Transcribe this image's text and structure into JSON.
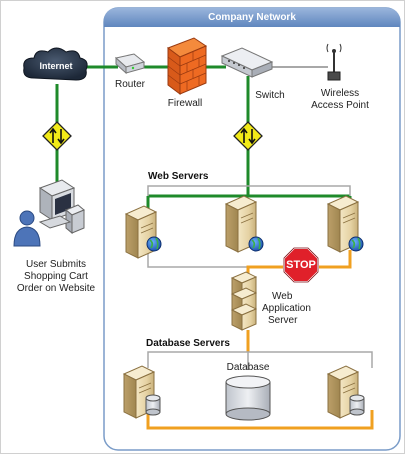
{
  "title": "Company Network",
  "labels": {
    "internet": "Internet",
    "router": "Router",
    "firewall": "Firewall",
    "switch": "Switch",
    "wireless": [
      "Wireless",
      "Access Point"
    ],
    "user": [
      "User Submits",
      "Shopping Cart",
      "Order on Website"
    ],
    "web_servers": "Web Servers",
    "stop": "STOP",
    "app_server": [
      "Web",
      "Application",
      "Server"
    ],
    "database_servers": "Database Servers",
    "database": "Database"
  },
  "colors": {
    "network_box_border": "#7a9cc8",
    "title_bar": "#6f93c6",
    "green_link": "#1e8a2a",
    "orange_link": "#f0a020",
    "gray_link": "#a8a8a8",
    "stop_sign": "#e0202a",
    "warning_sign": "#f2ea18"
  },
  "icons": [
    "cloud-icon",
    "router-icon",
    "firewall-icon",
    "switch-icon",
    "wireless-antenna-icon",
    "user-computer-icon",
    "server-icon",
    "globe-icon",
    "database-icon",
    "stop-sign-icon",
    "warning-sign-icon"
  ]
}
